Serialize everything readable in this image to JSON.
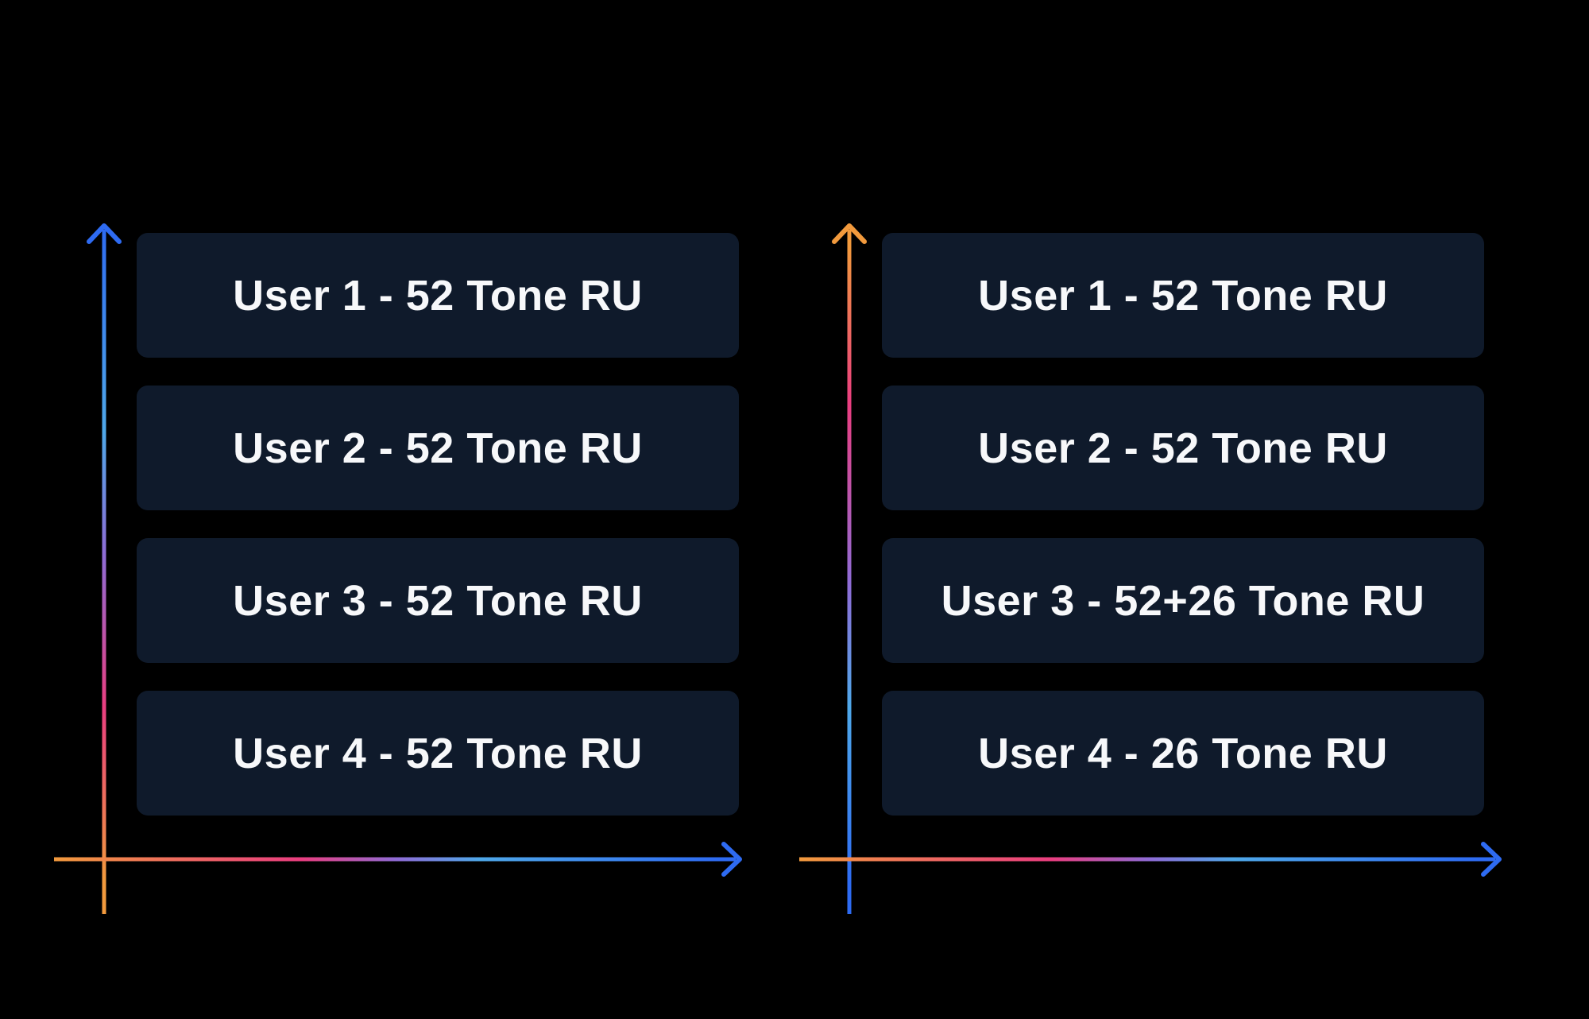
{
  "colors": {
    "background": "#000000",
    "box_fill": "#0f1a2b",
    "box_text": "#f7f8fa",
    "blue": "#2e6bf2",
    "light_blue": "#4fa8e9",
    "purple": "#8f6cd6",
    "pink": "#ea3e80",
    "orange": "#f29a3d"
  },
  "diagrams": [
    {
      "side": "left",
      "boxes": [
        "User 1 - 52 Tone RU",
        "User 2 - 52 Tone RU",
        "User 3 - 52 Tone RU",
        "User 4 - 52 Tone RU"
      ]
    },
    {
      "side": "right",
      "boxes": [
        "User 1 - 52 Tone RU",
        "User 2 - 52 Tone RU",
        "User 3 - 52+26 Tone RU",
        "User 4 - 26 Tone RU"
      ]
    }
  ]
}
